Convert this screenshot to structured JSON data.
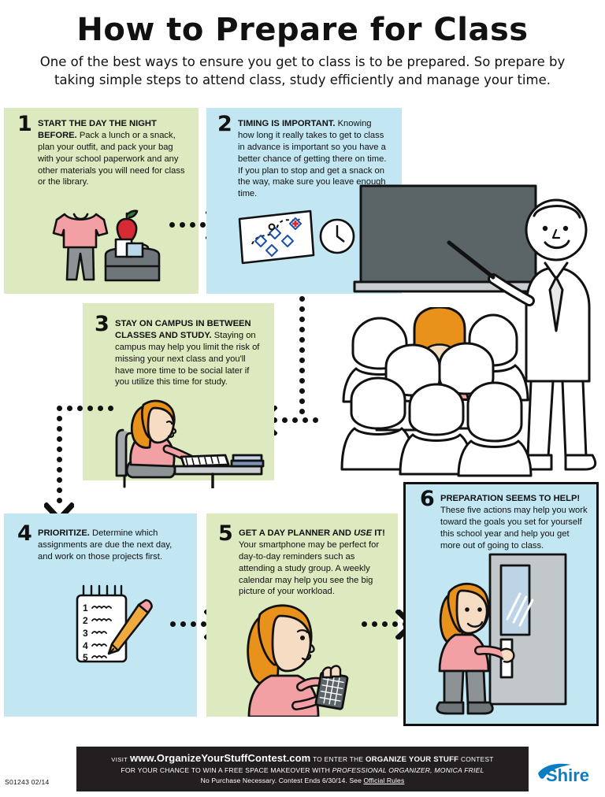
{
  "header": {
    "title": "How to Prepare for Class",
    "subtitle": "One of the best ways to ensure you get to class is to be prepared. So prepare by taking simple steps to attend class, study efficiently and manage your time."
  },
  "steps": [
    {
      "number": "1",
      "heading": "START THE DAY THE NIGHT BEFORE.",
      "body": "Pack a lunch or a snack, plan your outfit, and pack your bag with your school paperwork and any other materials you will need for class or the library.",
      "panel_color": "#dde9be",
      "illustration": "clothes-apple-bag"
    },
    {
      "number": "2",
      "heading": "TIMING IS IMPORTANT.",
      "body": "Knowing how long it really takes to get to class in advance is important so you have a better chance of getting there on time. If you plan to stop and get a snack on the way, make sure you leave enough time.",
      "panel_color": "#c2e7f3",
      "illustration": "map-and-clock"
    },
    {
      "number": "3",
      "heading": "STAY ON CAMPUS IN BETWEEN CLASSES AND STUDY.",
      "body": "Staying on campus may help you limit the risk of missing your next class and you'll have more time to be social later if you utilize this time for study.",
      "panel_color": "#dde9be",
      "illustration": "student-studying-at-desk"
    },
    {
      "number": "4",
      "heading": "PRIORITIZE.",
      "body": "Determine which assignments are due the next day, and work on those projects first.",
      "panel_color": "#c2e7f3",
      "illustration": "notepad-list-and-pencil"
    },
    {
      "number": "5",
      "heading_pre": "GET A DAY PLANNER AND ",
      "heading_italic": "USE",
      "heading_post": " IT!",
      "body": "Your smartphone may be perfect for day-to-day reminders such as attending a study group.  A weekly calendar may help you see the big picture of your workload.",
      "panel_color": "#dde9be",
      "illustration": "woman-with-smartphone"
    },
    {
      "number": "6",
      "heading": "PREPARATION SEEMS TO HELP!",
      "body": "These five actions may help you work toward the goals you set for yourself this school year and help you get more out of going to class.",
      "panel_color": "#c2e7f3",
      "illustration": "student-entering-classroom-door"
    }
  ],
  "illustrations": {
    "teacher_at_chalkboard": "teacher-pointing-at-chalkboard",
    "classroom_students": "classroom-of-students"
  },
  "footer": {
    "visit_label": "VISIT",
    "url": "www.OrganizeYourStuffContest.com",
    "mid_text": "TO ENTER THE",
    "contest_name": "ORGANIZE YOUR STUFF",
    "contest_suffix": "CONTEST",
    "line2_pre": "FOR YOUR CHANCE TO WIN A FREE SPACE MAKEOVER WITH ",
    "line2_italic": "PROFESSIONAL ORGANIZER, MONICA FRIEL",
    "line3_pre": "No Purchase Necessary. Contest Ends 6/30/14. See ",
    "line3_link": "Official Rules",
    "code": "S01243   02/14",
    "logo_text": "Shire",
    "logo_color": "#0b7dc4",
    "bar_color": "#231f20"
  }
}
